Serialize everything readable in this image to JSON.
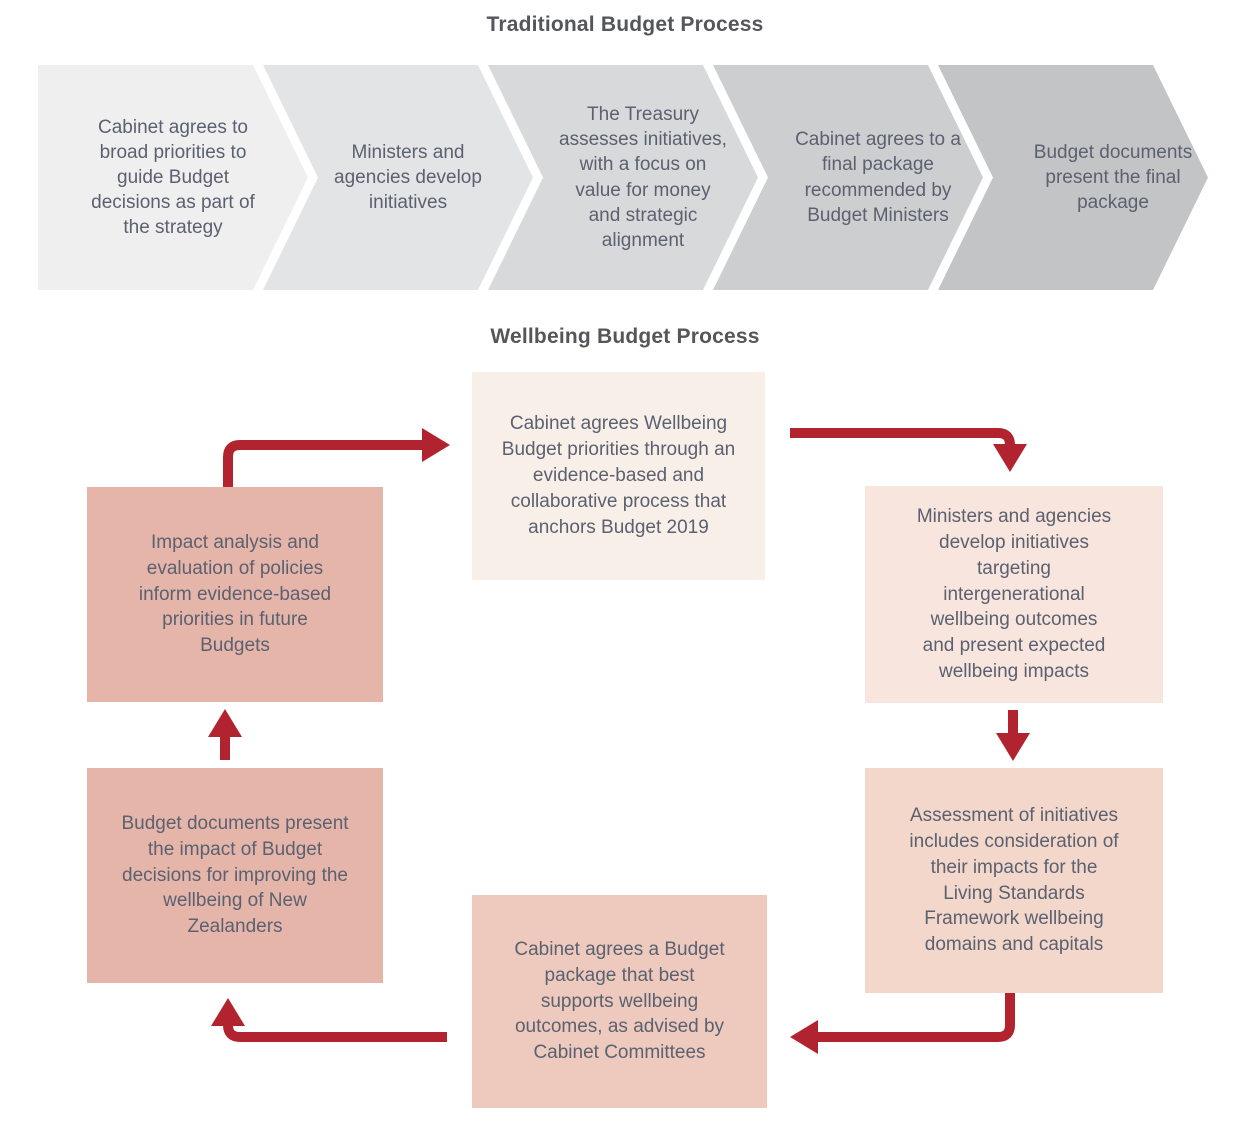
{
  "traditional": {
    "title": "Traditional Budget Process",
    "steps": [
      {
        "label": "Cabinet agrees to broad priorities to guide Budget decisions as part of the strategy",
        "color": "#efeff0"
      },
      {
        "label": "Ministers and agencies develop initiatives",
        "color": "#e3e4e5"
      },
      {
        "label": "The Treasury assesses initiatives, with a focus on value for money and strategic alignment",
        "color": "#d8d9da"
      },
      {
        "label": "Cabinet agrees to a final package recommended by Budget Ministers",
        "color": "#cdced0"
      },
      {
        "label": "Budget documents present the final package",
        "color": "#c3c4c6"
      }
    ]
  },
  "wellbeing": {
    "title": "Wellbeing Budget Process",
    "steps": [
      {
        "id": "cabinet-priorities",
        "label": "Cabinet agrees Wellbeing Budget priorities through an evidence-based and collaborative process that anchors Budget 2019",
        "color": "#f9efe9"
      },
      {
        "id": "ministers-initiatives",
        "label": "Ministers and agencies develop initiatives targeting intergenerational wellbeing outcomes and present expected wellbeing impacts",
        "color": "#f8e5de"
      },
      {
        "id": "assessment-initiatives",
        "label": "Assessment of initiatives includes consideration of their impacts for the Living Standards Framework wellbeing domains and capitals",
        "color": "#f3d7cb"
      },
      {
        "id": "budget-package",
        "label": "Cabinet agrees a Budget package that best supports wellbeing outcomes, as advised by Cabinet Committees",
        "color": "#edcabd"
      },
      {
        "id": "budget-documents",
        "label": "Budget documents present the impact of Budget decisions for improving the wellbeing of New Zealanders",
        "color": "#e5b5aa"
      },
      {
        "id": "impact-analysis",
        "label": "Impact analysis and evaluation of policies inform evidence-based priorities in future Budgets",
        "color": "#e5b5aa"
      }
    ]
  },
  "colors": {
    "arrow": "#b1242f",
    "title_text": "#54565a",
    "body_text": "#5b6170",
    "background": "#ffffff"
  }
}
